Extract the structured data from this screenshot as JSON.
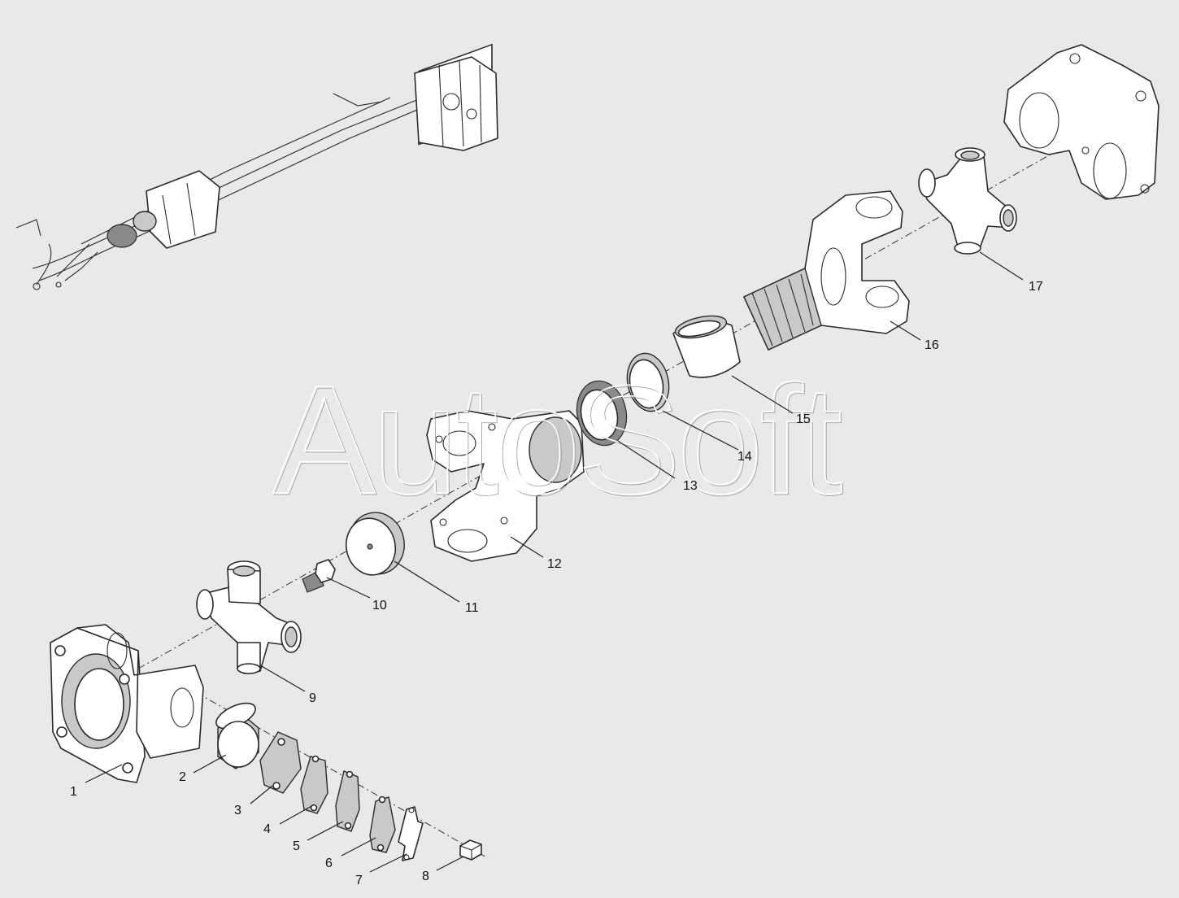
{
  "watermark": "AutoSoft",
  "callouts": [
    {
      "id": "1",
      "label": "1"
    },
    {
      "id": "2",
      "label": "2"
    },
    {
      "id": "3",
      "label": "3"
    },
    {
      "id": "4",
      "label": "4"
    },
    {
      "id": "5",
      "label": "5"
    },
    {
      "id": "6",
      "label": "6"
    },
    {
      "id": "7",
      "label": "7"
    },
    {
      "id": "8",
      "label": "8"
    },
    {
      "id": "9",
      "label": "9"
    },
    {
      "id": "10",
      "label": "10"
    },
    {
      "id": "11",
      "label": "11"
    },
    {
      "id": "12",
      "label": "12"
    },
    {
      "id": "13",
      "label": "13"
    },
    {
      "id": "14",
      "label": "14"
    },
    {
      "id": "15",
      "label": "15"
    },
    {
      "id": "16",
      "label": "16"
    },
    {
      "id": "17",
      "label": "17"
    }
  ],
  "colors": {
    "background": "#e9e9e9",
    "line": "#2a2a2a",
    "fill": "#ffffff"
  }
}
